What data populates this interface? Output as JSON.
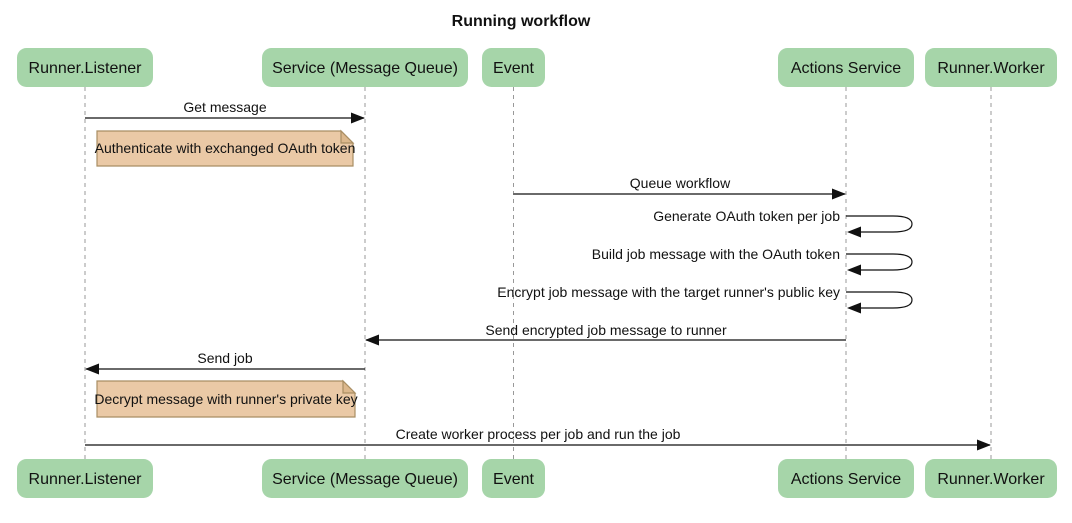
{
  "title": "Running workflow",
  "colors": {
    "actor_fill": "#a6d5a9",
    "note_fill": "#eac9a6",
    "note_border": "#a98e63",
    "lifeline": "#999999",
    "line": "#111111",
    "background": "#ffffff"
  },
  "actors": [
    {
      "id": "runner-listener",
      "label": "Runner.Listener"
    },
    {
      "id": "service-message-queue",
      "label": "Service (Message Queue)"
    },
    {
      "id": "event",
      "label": "Event"
    },
    {
      "id": "actions-service",
      "label": "Actions Service"
    },
    {
      "id": "runner-worker",
      "label": "Runner.Worker"
    }
  ],
  "messages": [
    {
      "label": "Get message",
      "from": "Runner.Listener",
      "to": "Service (Message Queue)",
      "self": false
    },
    {
      "label": "Queue workflow",
      "from": "Event",
      "to": "Actions Service",
      "self": false
    },
    {
      "label": "Generate OAuth token per job",
      "from": "Actions Service",
      "to": "Actions Service",
      "self": true
    },
    {
      "label": "Build job message with the OAuth token",
      "from": "Actions Service",
      "to": "Actions Service",
      "self": true
    },
    {
      "label": "Encrypt job message with the target runner's public key",
      "from": "Actions Service",
      "to": "Actions Service",
      "self": true
    },
    {
      "label": "Send encrypted job message to runner",
      "from": "Actions Service",
      "to": "Service (Message Queue)",
      "self": false
    },
    {
      "label": "Send job",
      "from": "Service (Message Queue)",
      "to": "Runner.Listener",
      "self": false
    },
    {
      "label": "Create worker process per job and run the job",
      "from": "Runner.Listener",
      "to": "Runner.Worker",
      "self": false
    }
  ],
  "notes": [
    {
      "label": "Authenticate with exchanged OAuth token",
      "anchor": "Runner.Listener"
    },
    {
      "label": "Decrypt message with runner's private key",
      "anchor": "Runner.Listener"
    }
  ]
}
